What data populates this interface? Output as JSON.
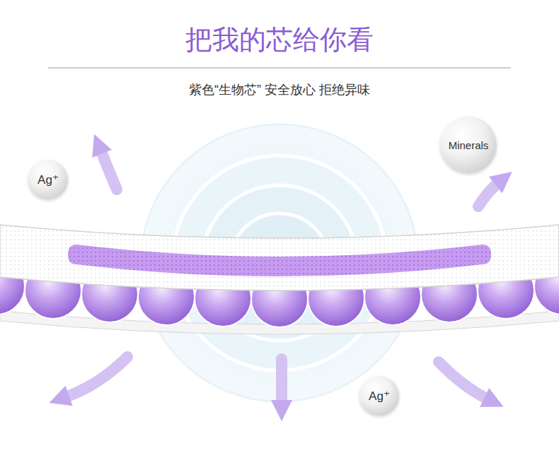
{
  "diagram": {
    "title": "把我的芯给你看",
    "nodes": [
      {
        "text": [
          "Minerals"
        ]
      },
      {
        "text": [
          "Ag⁺"
        ]
      },
      {
        "text": [
          "Ag⁺"
        ]
      }
    ],
    "labels": [
      "紫色“生物芯” 安全放心 拒绝异味"
    ]
  }
}
